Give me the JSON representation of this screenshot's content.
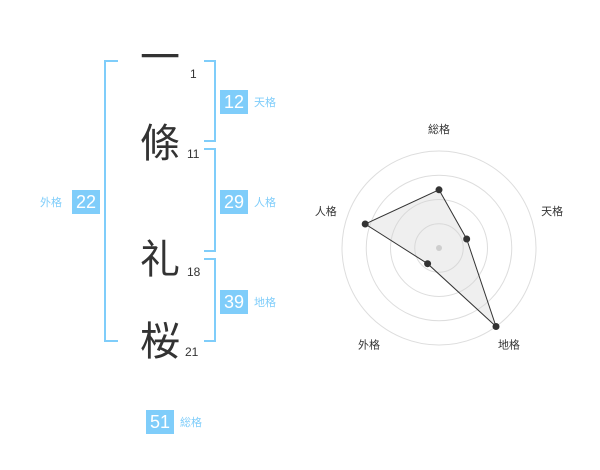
{
  "colors": {
    "accent": "#7fcdfa",
    "label": "#7fcdfa",
    "bracket": "#7fcdfa",
    "text": "#333333"
  },
  "name": {
    "chars": [
      {
        "char": "一",
        "strokes": "1"
      },
      {
        "char": "條",
        "strokes": "11"
      },
      {
        "char": "礼",
        "strokes": "18"
      },
      {
        "char": "桜",
        "strokes": "21"
      }
    ]
  },
  "fortunes": {
    "tenkaku": {
      "value": "12",
      "label": "天格"
    },
    "jinkaku": {
      "value": "29",
      "label": "人格"
    },
    "chikaku": {
      "value": "39",
      "label": "地格"
    },
    "gaikaku": {
      "value": "22",
      "label": "外格"
    },
    "soukaku": {
      "value": "51",
      "label": "総格"
    }
  },
  "chart_data": {
    "type": "radar",
    "axes": [
      "総格",
      "天格",
      "地格",
      "外格",
      "人格"
    ],
    "values": [
      0.6,
      0.3,
      1.0,
      0.2,
      0.8
    ],
    "rings": 4,
    "grid": true
  }
}
